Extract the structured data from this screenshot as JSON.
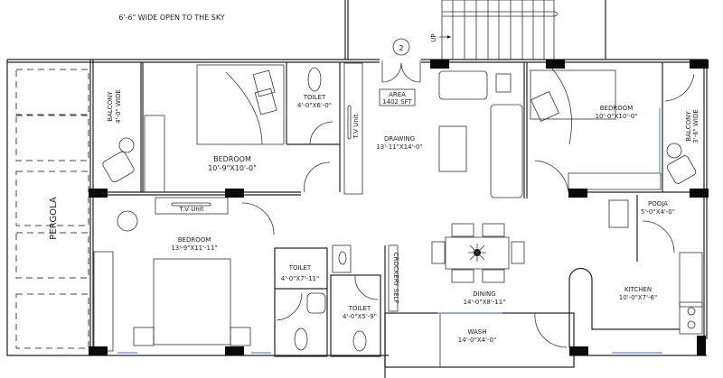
{
  "plan": {
    "open_sky_label": "6'-6\" WIDE OPEN TO THE SKY",
    "entrance_marker": "2",
    "up_label": "UP",
    "area": {
      "title": "AREA",
      "value": "1402 SFT"
    },
    "pergola": "PERGOLA",
    "rooms": {
      "balcony_left": {
        "name": "BALCONY",
        "size": "4'-0\" WIDE"
      },
      "bedroom_top_left": {
        "name": "BEDROOM",
        "size": "10'-9\"X10'-0\""
      },
      "toilet_top": {
        "name": "TOILET",
        "size": "4'-0\"X6'-0\""
      },
      "drawing": {
        "name": "DRAWING",
        "size": "13'-11\"X14'-0\""
      },
      "bedroom_right": {
        "name": "BEDROOM",
        "size": "10'-0\"X10'-0\""
      },
      "balcony_right": {
        "name": "BALCONY",
        "size": "3'-6\" WIDE"
      },
      "pooja": {
        "name": "POOJA",
        "size": "5'-0\"X4'-0\""
      },
      "bedroom_bottom_left": {
        "name": "BEDROOM",
        "size": "13'-9\"X11'-11\""
      },
      "toilet_mid": {
        "name": "TOILET",
        "size": "4'-0\"X7'-11\""
      },
      "toilet_small": {
        "name": "TOILET",
        "size": "4'-0\"X5'-9\""
      },
      "dining": {
        "name": "DINING",
        "size": "14'-0\"X8'-11\""
      },
      "kitchen": {
        "name": "KITCHEN",
        "size": "10'-0\"X7'-6\""
      },
      "wash": {
        "name": "WASH",
        "size": "14'-0\"X4'-0\""
      }
    },
    "furniture": {
      "tv_unit_horizontal": "T.V Unit",
      "tv_unit_vertical": "T.V Unit",
      "crockery": "CROCKERY SELF"
    },
    "colors": {
      "wall": "#222222",
      "column": "#0a0a0a",
      "window": "#8a9cc0",
      "background": "#ffffff"
    }
  }
}
